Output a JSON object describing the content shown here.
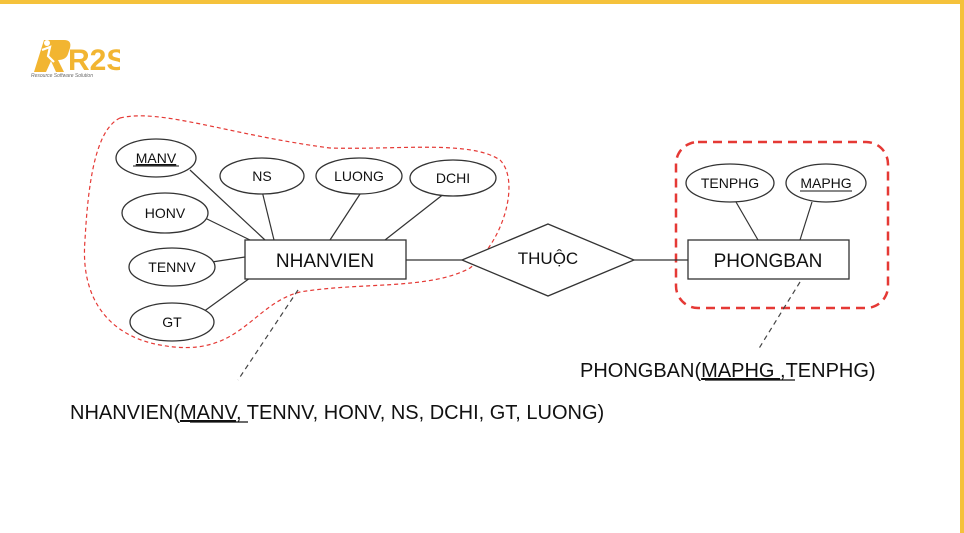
{
  "logo": {
    "brand": "R2S",
    "tagline": "Resource Software Solution"
  },
  "entities": {
    "nhanvien": "NHANVIEN",
    "phongban": "PHONGBAN"
  },
  "relationship": {
    "thuoc": "THUỘC"
  },
  "attributes": {
    "manv": "MANV",
    "ns": "NS",
    "luong": "LUONG",
    "dchi": "DCHI",
    "honv": "HONV",
    "tennv": "TENNV",
    "gt": "GT",
    "tenphg": "TENPHG",
    "maphg": "MAPHG"
  },
  "schemas": {
    "nhanvien": {
      "name": "NHANVIEN(",
      "key": "MANV",
      "rest": ", TENNV, HONV, NS, DCHI, GT, LUONG)"
    },
    "phongban": {
      "name": "PHONGBAN(",
      "key": "MAPHG ",
      "rest": ",TENPHG)"
    }
  },
  "colors": {
    "accent": "#f5c23b",
    "highlight": "#e53935",
    "line": "#333333"
  }
}
